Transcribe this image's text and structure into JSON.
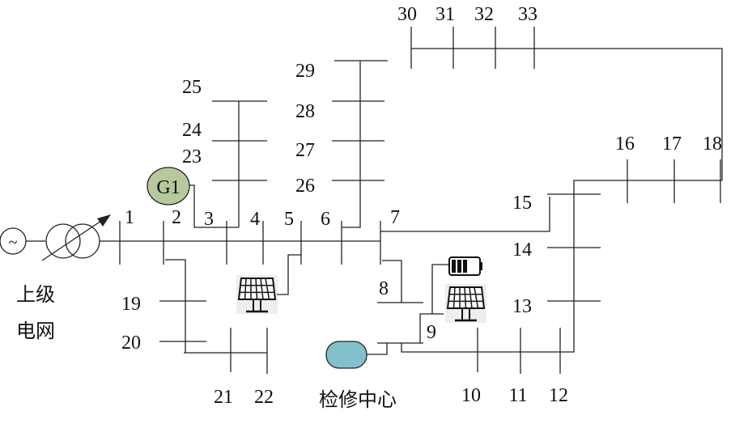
{
  "title": "33-node distribution network diagram",
  "labels": {
    "upstream_line1": "上级",
    "upstream_line2": "电网",
    "repair_center": "检修中心",
    "generator": "G1",
    "source_symbol": "~"
  },
  "buses": [
    "1",
    "2",
    "3",
    "4",
    "5",
    "6",
    "7",
    "8",
    "9",
    "10",
    "11",
    "12",
    "13",
    "14",
    "15",
    "16",
    "17",
    "18",
    "19",
    "20",
    "21",
    "22",
    "23",
    "24",
    "25",
    "26",
    "27",
    "28",
    "29",
    "30",
    "31",
    "32",
    "33"
  ],
  "colors": {
    "generator_fill": "#b7c99c",
    "repair_center_fill": "#82c0cc",
    "line": "#222222"
  },
  "icons": [
    "ac-source-icon",
    "transformer-icon",
    "solar-panel-icon",
    "battery-icon"
  ]
}
